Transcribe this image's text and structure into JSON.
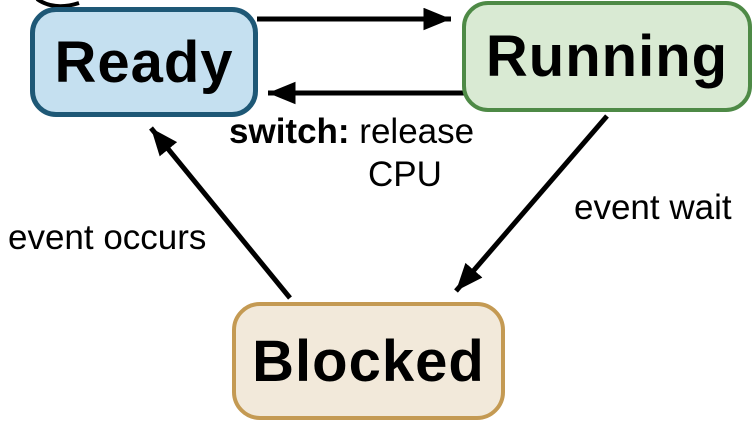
{
  "diagram": {
    "type": "state-diagram",
    "background": "#ffffff",
    "states": {
      "ready": {
        "label": "Ready"
      },
      "running": {
        "label": "Running"
      },
      "blocked": {
        "label": "Blocked"
      }
    },
    "transition_labels": {
      "switch_bold": "switch:",
      "switch_regular": " release",
      "switch_line2": "CPU",
      "event_wait": "event wait",
      "event_occurs": "event occurs"
    },
    "transitions": [
      {
        "from": "ready",
        "to": "running",
        "label": ""
      },
      {
        "from": "running",
        "to": "ready",
        "label": "switch: release CPU"
      },
      {
        "from": "running",
        "to": "blocked",
        "label": "event wait"
      },
      {
        "from": "blocked",
        "to": "ready",
        "label": "event occurs"
      }
    ]
  },
  "colors": {
    "ready_fill": "#c5e0f0",
    "ready_border": "#1e5876",
    "running_fill": "#d9ead3",
    "running_border": "#4e8a46",
    "blocked_fill": "#f2e9da",
    "blocked_border": "#c49a53",
    "arrow": "#000000"
  }
}
